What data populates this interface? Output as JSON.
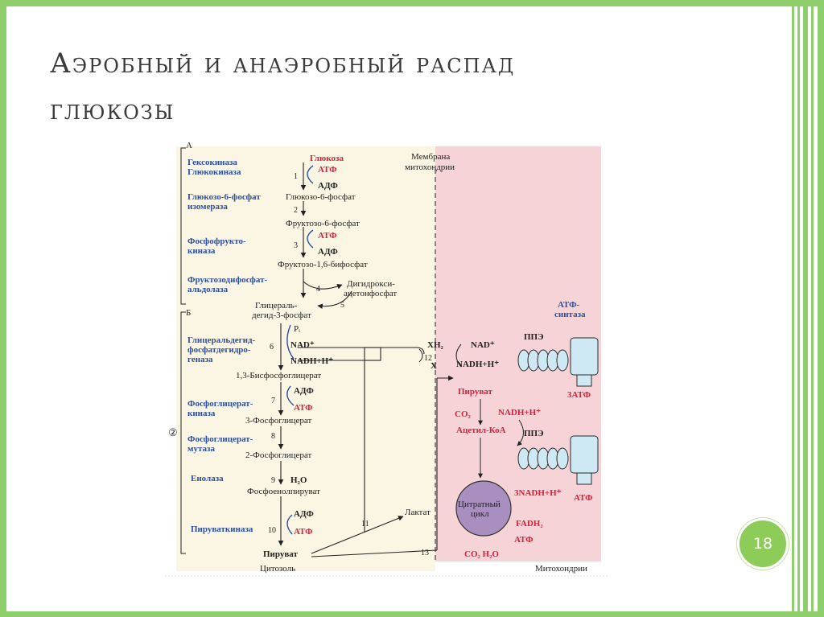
{
  "slide": {
    "title_line1": "Аэробный и анаэробный распад",
    "title_line2": "глюкозы",
    "page_number": "18"
  },
  "colors": {
    "frame_green": "#8fce6c",
    "title_text": "#3a3a3a",
    "page_circle": "#8dcc58",
    "cytosol_bg": "#fbf6e3",
    "mito_bg": "#f6d3d6",
    "enzyme_blue": "#2b4fa2",
    "highlight_red": "#d8203a",
    "cycle_purple": "#a88fc0",
    "atp_synthase": "#cfe9f4"
  },
  "diagram": {
    "section_a": "А",
    "section_b": "Б",
    "section_c": "②",
    "membrane_label": "Мембрана",
    "membrane_label2": "митохондрии",
    "cytosol_label": "Цитозоль",
    "mito_label": "Митохондрии",
    "enzymes": {
      "hexokinase": "Гексокиназа",
      "glucokinase": "Глюкокиназа",
      "g6p_isomerase1": "Глюкозо-6-фосфат",
      "g6p_isomerase2": "изомераза",
      "pfk1": "Фосфофрукто-",
      "pfk2": "киназа",
      "aldolase1": "Фруктозодифосфат-",
      "aldolase2": "альдолаза",
      "gapdh1": "Глицеральдегид-",
      "gapdh2": "фосфатдегидро-",
      "gapdh3": "геназа",
      "pgk1": "Фосфоглицерат-",
      "pgk2": "киназа",
      "pgm1": "Фосфоглицерат-",
      "pgm2": "мутаза",
      "enolase": "Енолаза",
      "pk": "Пируваткиназа"
    },
    "metabolites": {
      "glucose": "Глюкоза",
      "g6p": "Глюкозо-6-фосфат",
      "f6p": "Фруктозо-6-фосфат",
      "f16bp": "Фруктозо-1,6-бифосфат",
      "dhap1": "Дигидрокси-",
      "dhap2": "ацетонфосфат",
      "gap1": "Глицераль-",
      "gap2": "дегид-3-фосфат",
      "bpg": "1,3-Бисфосфоглицерат",
      "pg3": "3-Фосфоглицерат",
      "pg2": "2-Фосфоглицерат",
      "pep": "Фосфоенолпируват",
      "pyruvate": "Пируват",
      "lactate": "Лактат",
      "h2o": "H₂O",
      "pi": "Pᵢ",
      "nad": "NAD⁺",
      "nadh": "NADH+H⁺"
    },
    "cofactors": {
      "atp": "АТФ",
      "adp": "АДФ"
    },
    "step_numbers": [
      "1",
      "2",
      "3",
      "4",
      "5",
      "6",
      "7",
      "8",
      "9",
      "10",
      "11",
      "12",
      "13"
    ],
    "mito": {
      "xh2": "XH₂",
      "x": "X",
      "nad": "NAD⁺",
      "nadh": "NADH+H⁺",
      "etc1": "ППЭ",
      "etc2": "ППЭ",
      "atp_synthase1": "АТФ-",
      "atp_synthase2": "синтаза",
      "atp_out1": "3АТФ",
      "atp_out2": "АТФ",
      "pyruvate": "Пируват",
      "co2": "CO₂",
      "nadh_pdh": "NADH+H⁺",
      "acetyl_coa": "Ацетил-КоА",
      "cycle1": "Цитратный",
      "cycle2": "цикл",
      "three_nadh": "3NADH+H⁺",
      "fadh2": "FADH₂",
      "atp_cycle": "АТФ",
      "co2_h2o": "CO₂ H₂O"
    }
  }
}
